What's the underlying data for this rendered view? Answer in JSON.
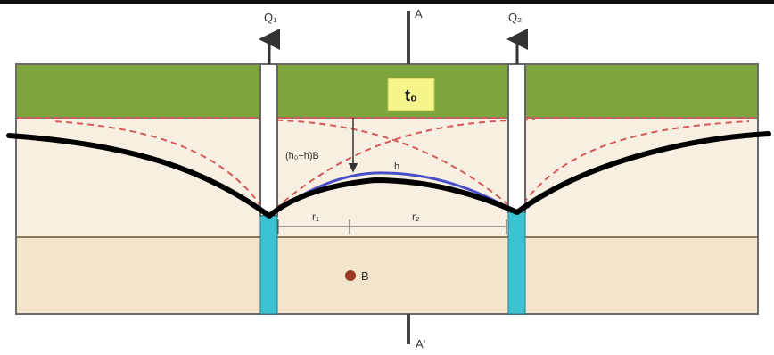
{
  "labels": {
    "well_1_flow": "Q₁",
    "well_2_flow": "Q₂",
    "section_top": "A",
    "section_bottom": "A'",
    "surface_tag": "t₀",
    "drawdown_label": "(h₀−h)B",
    "head_label": "h",
    "distance_r1": "r₁",
    "distance_r2": "r₂",
    "point_b": "B"
  },
  "colors": {
    "surface_layer": "#7ea53d",
    "soil": "#f7f0e2",
    "aquifer": "#f3e5cb",
    "well_screen": "#3cc3d3",
    "tag_fill": "#f6f58c",
    "water_table": "#000000",
    "single_well_curve": "#d75a5a",
    "combined_curve": "#4a4fc8",
    "point_b": "#9a3a22"
  },
  "icons": {
    "point_b": "filled-circle",
    "flow_arrow": "arrow-up"
  }
}
